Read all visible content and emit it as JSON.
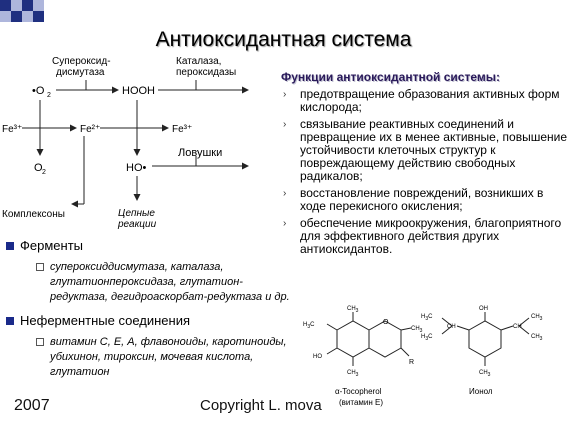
{
  "slide": {
    "title": "Антиоксидантная система"
  },
  "colors": {
    "checker_dark": "#1f2f80",
    "checker_light": "#aeb6dc",
    "bullet": "#1a2a8a",
    "function_title": "#2a1a5a"
  },
  "scheme": {
    "labels": {
      "sod": "Супероксид-",
      "sod2": "дисмутаза",
      "catalase": "Каталаза,",
      "peroxidases": "пероксидазы",
      "o2_radical": "•O",
      "hooh": "HOOH",
      "fe3_left": "Fe³⁺",
      "fe2": "Fe²⁺",
      "fe3_right": "Fe³⁺",
      "traps": "Ловушки",
      "o2": "O",
      "ho_radical": "HO•",
      "complexones": "Комплексоны",
      "chain1": "Цепные",
      "chain2": "реакции",
      "sub2": "2"
    }
  },
  "left_list": {
    "enzymes": {
      "label": "Ферменты",
      "examples": "супероксиддисмутаза, каталаза, глутатионпероксидаза, глутатион-редуктаза, дегидроаскорбат-редуктаза и др."
    },
    "nonenzymes": {
      "label": "Неферментные соединения",
      "examples": "витамин С, Е, А, флавоноиды, каротиноиды, убихинон, тироксин, мочевая кислота, глутатион"
    }
  },
  "functions": {
    "title": "Функции антиоксидантной системы:",
    "items": [
      "предотвращение образования активных форм кислорода;",
      "связывание реактивных соединений и превращение их в менее активные, повышение устойчивости клеточных структур к повреждающему действию свободных радикалов;",
      "восстановление повреждений, возникших в ходе перекисного окисления;",
      "обеспечение микроокружения, благоприятного для эффективного действия других антиоксидантов."
    ]
  },
  "molecules": {
    "tocopherol_name": "α-Tocopherol",
    "tocopherol_sub": "(витамин Е)",
    "ionol_name": "Ионол",
    "ch3": "CH",
    "h3c": "H",
    "ho": "HO",
    "oh": "OH",
    "o": "O",
    "r": "R",
    "ch": "CH"
  },
  "footer": {
    "year": "2007",
    "copyright": "Copyright L. mova"
  }
}
